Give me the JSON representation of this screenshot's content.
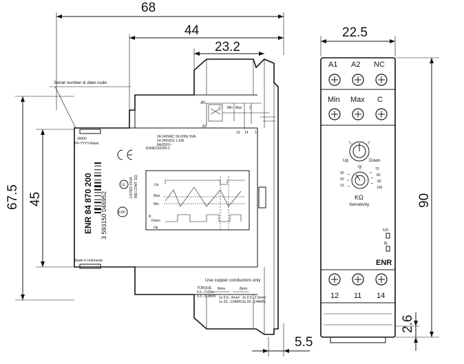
{
  "side_view": {
    "dimensions": {
      "overall_depth": "68",
      "front_depth": "44",
      "cap_depth": "23.2",
      "overall_height": "67.5",
      "body_height": "45",
      "rail_offset": "5.5"
    },
    "callout_serial": "Serial number & date code",
    "code_small": "00000",
    "code_week": "PP-YYYY-Week",
    "supply_1": "24-240VAC 50-60Hz 5VA",
    "supply_2": "24-240VDC 1.5W",
    "relay_rating": "8A/250V~",
    "standard": "EN/IEC60255-1",
    "product_code": "ENR 84 870 200",
    "barcode_number": "3 593150 046952",
    "listed_text": "LISTED 64U6",
    "listed_sub": "IND.CONT. EQ.",
    "made_in": "Made in Indonesia",
    "copper_note": "Use copper conductors only",
    "torque_label": "TORQUE",
    "torque_1": "0.5...0.6Nm",
    "torque_2": "5.3...5.3lbIN",
    "strip_length": "8mm",
    "wire_1a": "1x 0.5...4mm²",
    "wire_1b": "1x 20...12AWG",
    "wire_2a": "2x 0.5...2.5mm²",
    "wire_2b": "2x 20...14AWG",
    "timing_labels": [
      "Un",
      "Max",
      "Min",
      "R",
      "Down",
      "Up"
    ],
    "schematic_labels": [
      "A1",
      "C",
      "Min",
      "Max",
      "C",
      "A2",
      "12",
      "14",
      "11"
    ]
  },
  "front_view": {
    "dimensions": {
      "width": "22.5",
      "height": "90",
      "clip_height": "2.6"
    },
    "top_terminals": [
      "A1",
      "A2",
      "NC"
    ],
    "mid_terminals": [
      "Min",
      "Max",
      "C"
    ],
    "bottom_terminals": [
      "12",
      "11",
      "14"
    ],
    "knob1_up": "Up",
    "knob1_down": "Down",
    "scale_left": [
      "30",
      "20",
      "10"
    ],
    "scale_right": [
      "70",
      "80",
      "90",
      "100"
    ],
    "scale_top": "50",
    "unit": "KΩ",
    "sensitivity": "Sensitivity",
    "led_un": "Un",
    "led_r": "R",
    "brand": "ENR"
  }
}
